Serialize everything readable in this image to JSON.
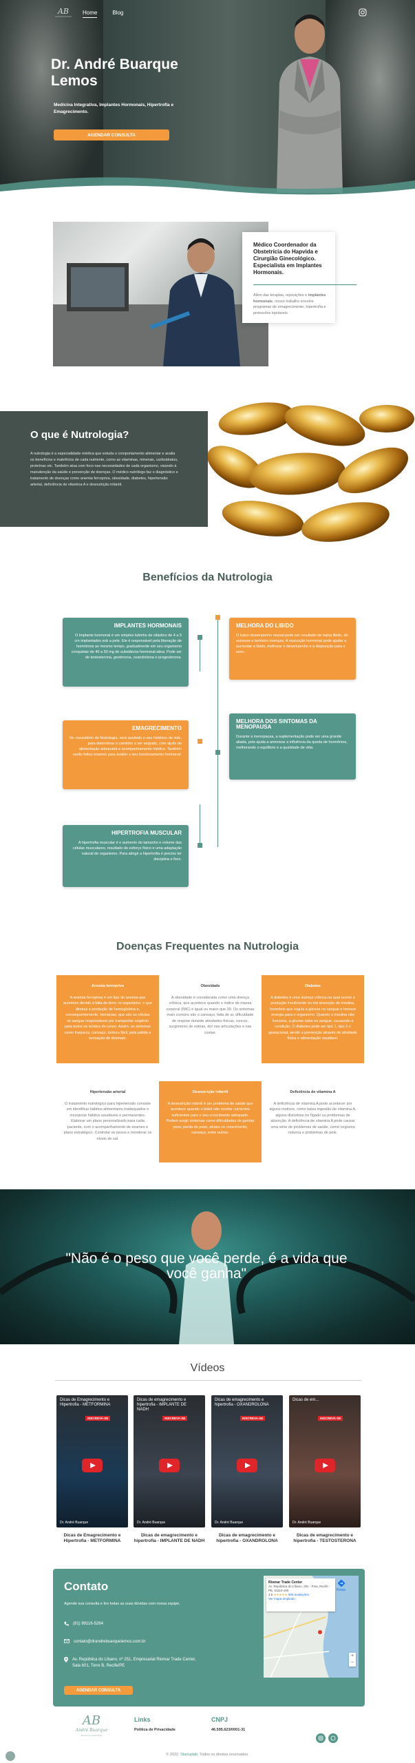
{
  "nav": {
    "items": [
      "Home",
      "Blog"
    ]
  },
  "hero": {
    "title": "Dr. André Buarque Lemos",
    "subtitle": "Medicina Integrativa, Implantes Hormonais, Hipertrofia e Emagrecimento.",
    "cta": "AGENDAR CONSULTA"
  },
  "about": {
    "heading": "Médico Coordenador da Obstetrícia do Hapvida e Cirurgião Ginecológico. Especialista em Implantes Hormonais.",
    "p1": "Além das terapias, reposições e ",
    "p1_bold": "implantes hormonais",
    "p1_rest": ", nosso trabalho envolve programas de emagrecimento, hipertrofia e protocolos injetáveis."
  },
  "nutrologia": {
    "title": "O que é Nutrologia?",
    "text": "A nutrologia é a especialidade médica que estuda o comportamento alimentar e avalia os benefícios e malefícios de cada nutriente, como as vitaminas, minerais, carboidratos, proteínas etc. Também atua com foco nas necessidades de cada organismo, visando à manutenção da saúde e prevenção de doenças. O médico nutrólogo faz o diagnóstico e tratamento de doenças como anemia ferropriva, obesidade, diabetes, hipertensão arterial, deficiência de vitamina A e desnutrição infantil."
  },
  "beneficios": {
    "title": "Benefícios da Nutrologia",
    "items": [
      {
        "title": "IMPLANTES HORMONAIS",
        "text": "O Implante hormonal é um simples tubinho de silástico de 4 a 5 cm implantados sob a pele. Ele é responsável pela liberação de hormônios ao mesmo tempo, gradualmente em seu organismo conquistar de 40 a 50 mg de substância hormonal ativa. Pode ser de testosterona, gestrinona, oxandrolona e progesterona."
      },
      {
        "title": "MELHORA DO LIBIDO",
        "text": "O baixo desempenho sexual pode ser resultado de baixa libido, de estresse e também doenças. A reposição hormonal pode ajudar a aumentar a libido, melhorar o desempenho e a disposição para o sexo."
      },
      {
        "title": "EMAGRECIMENTO",
        "text": "No consultório de Nutrologia, será avaliado o seu histórico de vida, para determinar o caminho a ser seguido, com ajuda de alimentação adequada e acompanhamento médico. Também serão feitos exames para avaliar o seu funcionamento hormonal."
      },
      {
        "title": "MELHORA DOS SINTOMAS DA MENOPAUSA",
        "text": "Durante a menopausa, a suplementação pode ser uma grande aliada, pois ajuda a amenizar a influência da queda de hormônios, melhorando o equilíbrio e a qualidade de vida."
      },
      {
        "title": "HIPERTROFIA MUSCULAR",
        "text": "A hipertrofia muscular é o aumento do tamanho e volume das células musculares, resultado de esforço físico e uma adaptação natural do organismo. Para atingir a hipertrofia é preciso ter disciplina e foco."
      }
    ]
  },
  "doencas": {
    "title": "Doenças Frequentes na Nutrologia",
    "items": [
      {
        "title": "Anemia ferropriva",
        "text": "A anemia ferropriva é um tipo de anemia que acontece devido à falta de ferro no organismo, o que diminui a produção de hemoglobina e, consequentemente, hemácias, que são as células do sangue responsáveis por transportar oxigênio para todos os tecidos do corpo. Assim, os sintomas como fraqueza, cansaço, tontura fácil, pele pálida e sensação de desmaio."
      },
      {
        "title": "Obesidade",
        "text": "A obesidade é considerada como uma doença crônica, que acontece quando o índice de massa corporal (IMC) é igual ou maior que 30. Os sintomas mais comuns são o cansaço, falta de ar, dificuldade de respirar durante atividades físicas, roncos, surgimento de estrias, dor nas articulações e nas costas."
      },
      {
        "title": "Diabetes",
        "text": "A diabetes é uma doença crônica na qual ocorre a produção insuficiente ou má absorção de insulina, hormônio que regula a glicose no sangue e fornece energia para o organismo. Quando a insulina não funciona, a glicose sobe no sangue, causando a condição. O diabetes pode ser tipo 1, tipo 2 e gestacional, sendo a prevenção através de atividade física e alimentação saudável."
      },
      {
        "title": "Hipertensão arterial",
        "text": "O tratamento nutrológico para hipertensão consiste em identificar hábitos alimentares inadequados e incorporar hábitos saudáveis e permanentes. Elaborar um plano personalizado para cada paciente, com o acompanhamento de exames e plano estratégico. Controlar os pesos e monitorar os níveis de sal."
      },
      {
        "title": "Desnutrição infantil",
        "text": "A desnutrição infantil é um problema de saúde que acontece quando o bebê não recebe nutrientes suficientes para o seu crescimento adequado. Podem surgir sintomas como dificuldades de ganhar peso, perda de peso, atraso no crescimento, cansaço, entre outros."
      },
      {
        "title": "Deficiência de vitamina A",
        "text": "A deficiência de vitamina A pode acontecer por alguns motivos, como baixa ingestão de vitamina A, alguns distúrbios no fígado ou problemas de absorção. A deficiência de vitamina A pode causar uma série de problemas de saúde, como cegueira noturna e problemas de pele."
      }
    ]
  },
  "quote": {
    "text": "\"Não é o peso que você perde, é a vida que você ganha\""
  },
  "videos": {
    "title": "Vídeos",
    "items": [
      {
        "thumb_title": "Dicas de Emagrecimento e Hipertrofia - METFORMINA",
        "caption": "Dicas de Emagrecimento e Hipertrofia - METFORMINA",
        "badge": "INSCREVA-SE",
        "channel": "Dr. André Buarque"
      },
      {
        "thumb_title": "Dicas de emagrecimento e hipertrofia - IMPLANTE DE NADH",
        "caption": "Dicas de emagrecimento e hipertrofia - IMPLANTE DE NADH",
        "badge": "INSCREVA-SE",
        "channel": "Dr. André Buarque"
      },
      {
        "thumb_title": "Dicas de emagrecimento e hipertrofia - OXANDROLONA",
        "caption": "Dicas de emagrecimento e hipertrofia - OXANDROLONA",
        "badge": "INSCREVA-SE",
        "channel": "Dr. André Buarque"
      },
      {
        "thumb_title": "Dicas de em...",
        "caption": "Dicas de emagrecimento e hipertrofia - TESTOSTERONA",
        "badge": "INSCREVA-SE",
        "channel": "Dr. André Buarque"
      }
    ]
  },
  "contact": {
    "title": "Contato",
    "lead": "Agende sua consulta e tire todas as suas dúvidas com nossa equipe.",
    "phone": "(81) 99116-5264",
    "email": "contato@drandrebuarquelemos.com.br",
    "address": "Av. República do Líbano, nº 251, Empresarial Riomar Trade Center, Sala 601, Torre B, Recife/PE",
    "cta": "AGENDAR CONSULTA",
    "map": {
      "place": "Riomar Trade Center",
      "address": "Av. República do Líbano, 251 - Pina, Recife - PE, 51110-160",
      "rating": "4.5",
      "reviews": "809 avaliações",
      "link": "Ver mapa ampliado",
      "route": "Rotas"
    }
  },
  "footer": {
    "logo_name": "André Buarque",
    "logo_sub": "Medicina Integrativa",
    "links_title": "Links",
    "links": [
      "Política de Privacidade"
    ],
    "cnpj_title": "CNPJ",
    "cnpj": "46.595.623/0001-31",
    "copyright_pre": "© 2022. ",
    "copyright_brand": "Startuplab",
    "copyright_post": ". Todos os direitos reservados."
  },
  "colors": {
    "teal": "#56978b",
    "orange": "#f39b3c",
    "dark": "#44514d"
  }
}
